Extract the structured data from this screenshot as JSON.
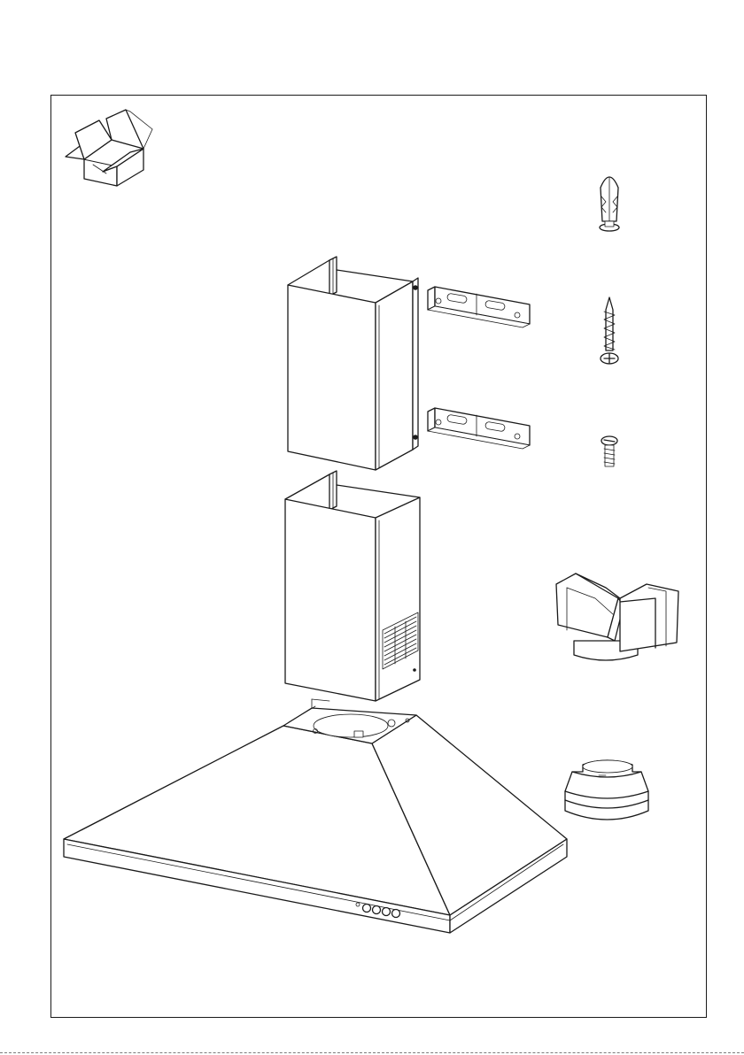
{
  "diagram": {
    "items": [
      "package-box-icon",
      "upper-chimney-cover",
      "lower-chimney-cover",
      "chimney-bracket",
      "wall-plug",
      "wood-screw",
      "machine-screw",
      "air-deflector",
      "duct-adapter",
      "hood-body"
    ],
    "hood_control_knobs": 4,
    "colors": {
      "line": "#1a1a1a",
      "fill": "#ffffff"
    }
  }
}
